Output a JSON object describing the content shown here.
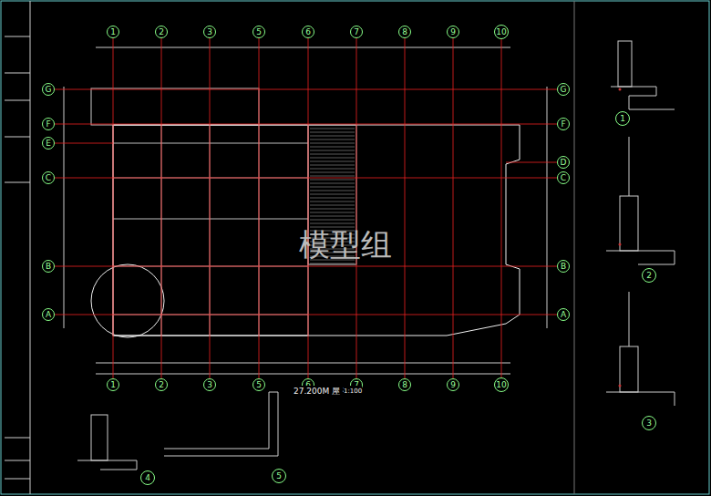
{
  "diagram": {
    "nodes": [
      {
        "text": [
          "1"
        ]
      },
      {
        "text": [
          "2"
        ]
      },
      {
        "text": [
          "3"
        ]
      },
      {
        "text": [
          "5"
        ]
      },
      {
        "text": [
          "6"
        ]
      },
      {
        "text": [
          "7"
        ]
      },
      {
        "text": [
          "8"
        ]
      },
      {
        "text": [
          "9"
        ]
      },
      {
        "text": [
          "10"
        ]
      },
      {
        "text": [
          "G"
        ]
      },
      {
        "text": [
          "F"
        ]
      },
      {
        "text": [
          "E"
        ]
      },
      {
        "text": [
          "C"
        ]
      },
      {
        "text": [
          "B"
        ]
      },
      {
        "text": [
          "A"
        ]
      },
      {
        "text": [
          "G"
        ]
      },
      {
        "text": [
          "F"
        ]
      },
      {
        "text": [
          "D"
        ]
      },
      {
        "text": [
          "C"
        ]
      },
      {
        "text": [
          "B"
        ]
      },
      {
        "text": [
          "A"
        ]
      },
      {
        "text": [
          "1"
        ]
      },
      {
        "text": [
          "2"
        ]
      },
      {
        "text": [
          "3"
        ]
      },
      {
        "text": [
          "5"
        ]
      },
      {
        "text": [
          "6"
        ]
      },
      {
        "text": [
          "7"
        ]
      },
      {
        "text": [
          "8"
        ]
      },
      {
        "text": [
          "9"
        ]
      },
      {
        "text": [
          "10"
        ]
      },
      {
        "text": [
          "1"
        ]
      },
      {
        "text": [
          "2"
        ]
      },
      {
        "text": [
          "3"
        ]
      },
      {
        "text": [
          "4"
        ]
      },
      {
        "text": [
          "5"
        ]
      }
    ],
    "edges": [
      {
        "from": 0,
        "to": 21,
        "arrow": "none"
      },
      {
        "from": 1,
        "to": 22,
        "arrow": "none"
      },
      {
        "from": 2,
        "to": 23,
        "arrow": "none"
      },
      {
        "from": 3,
        "to": 24,
        "arrow": "none"
      },
      {
        "from": 4,
        "to": 25,
        "arrow": "none"
      },
      {
        "from": 5,
        "to": 26,
        "arrow": "none"
      },
      {
        "from": 6,
        "to": 27,
        "arrow": "none"
      },
      {
        "from": 7,
        "to": 28,
        "arrow": "none"
      },
      {
        "from": 8,
        "to": 29,
        "arrow": "none"
      },
      {
        "from": 9,
        "to": 15,
        "arrow": "none"
      },
      {
        "from": 10,
        "to": 16,
        "arrow": "none"
      },
      {
        "from": 12,
        "to": 18,
        "arrow": "none"
      },
      {
        "from": 13,
        "to": 19,
        "arrow": "none"
      },
      {
        "from": 14,
        "to": 20,
        "arrow": "none"
      }
    ],
    "labels": [
      "27.200M 屋 平 面",
      "1:100",
      "模型组"
    ]
  }
}
